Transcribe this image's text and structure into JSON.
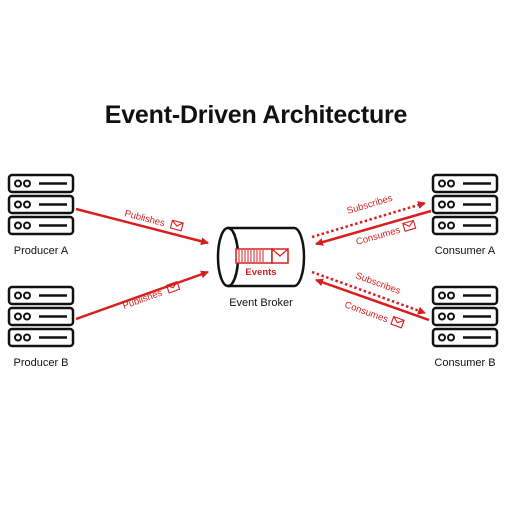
{
  "title": "Event-Driven Architecture",
  "nodes": {
    "producer_a": "Producer A",
    "producer_b": "Producer B",
    "broker": "Event Broker",
    "consumer_a": "Consumer A",
    "consumer_b": "Consumer B"
  },
  "broker_inner_label": "Events",
  "edges": {
    "publishes_a": "Publishes",
    "publishes_b": "Publishes",
    "subscribes_a": "Subscribes",
    "consumes_a": "Consumes",
    "subscribes_b": "Subscribes",
    "consumes_b": "Consumes"
  },
  "colors": {
    "accent": "#d81e1e",
    "ink": "#111111"
  },
  "icons": {
    "server": "server-stack-icon",
    "envelope": "envelope-icon"
  }
}
